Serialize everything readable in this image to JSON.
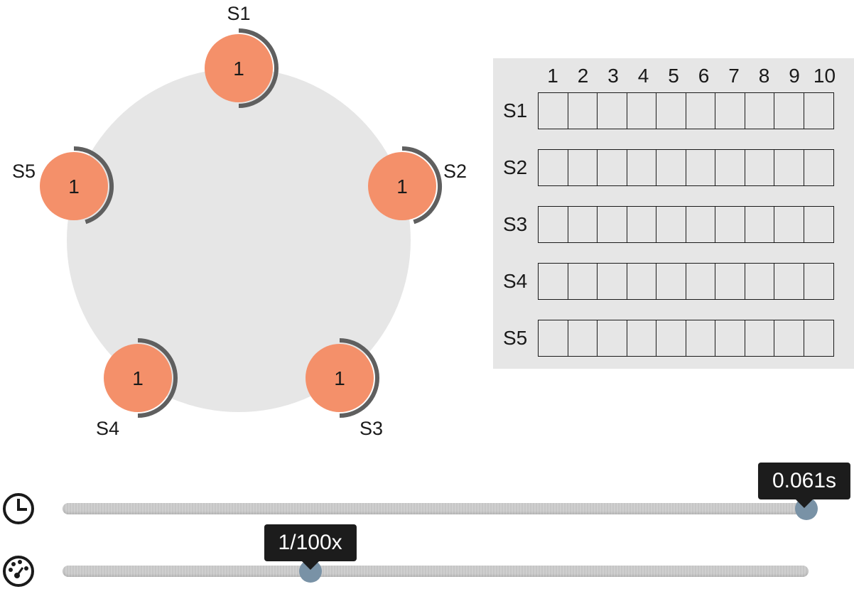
{
  "ring": {
    "fill_color": "#e6e6e6",
    "servers": [
      {
        "id": "S1",
        "label": "S1",
        "term": "1",
        "state": "follower",
        "timeout_remaining": 0.5
      },
      {
        "id": "S2",
        "label": "S2",
        "term": "1",
        "state": "follower",
        "timeout_remaining": 0.45
      },
      {
        "id": "S3",
        "label": "S3",
        "term": "1",
        "state": "follower",
        "timeout_remaining": 0.5
      },
      {
        "id": "S4",
        "label": "S4",
        "term": "1",
        "state": "follower",
        "timeout_remaining": 0.5
      },
      {
        "id": "S5",
        "label": "S5",
        "term": "1",
        "state": "follower",
        "timeout_remaining": 0.45
      }
    ],
    "server_color": "#f4906a",
    "timer_arc_color": "#5f5f5f"
  },
  "log_table": {
    "columns": [
      "1",
      "2",
      "3",
      "4",
      "5",
      "6",
      "7",
      "8",
      "9",
      "10"
    ],
    "rows": [
      {
        "label": "S1",
        "entries": [
          "",
          "",
          "",
          "",
          "",
          "",
          "",
          "",
          "",
          ""
        ]
      },
      {
        "label": "S2",
        "entries": [
          "",
          "",
          "",
          "",
          "",
          "",
          "",
          "",
          "",
          ""
        ]
      },
      {
        "label": "S3",
        "entries": [
          "",
          "",
          "",
          "",
          "",
          "",
          "",
          "",
          "",
          ""
        ]
      },
      {
        "label": "S4",
        "entries": [
          "",
          "",
          "",
          "",
          "",
          "",
          "",
          "",
          "",
          ""
        ]
      },
      {
        "label": "S5",
        "entries": [
          "",
          "",
          "",
          "",
          "",
          "",
          "",
          "",
          "",
          ""
        ]
      }
    ]
  },
  "controls": {
    "time_slider": {
      "icon": "clock-icon",
      "value_label": "0.061s",
      "position": 0.997
    },
    "speed_slider": {
      "icon": "speedometer-icon",
      "value_label": "1/100x",
      "position": 0.332
    }
  }
}
